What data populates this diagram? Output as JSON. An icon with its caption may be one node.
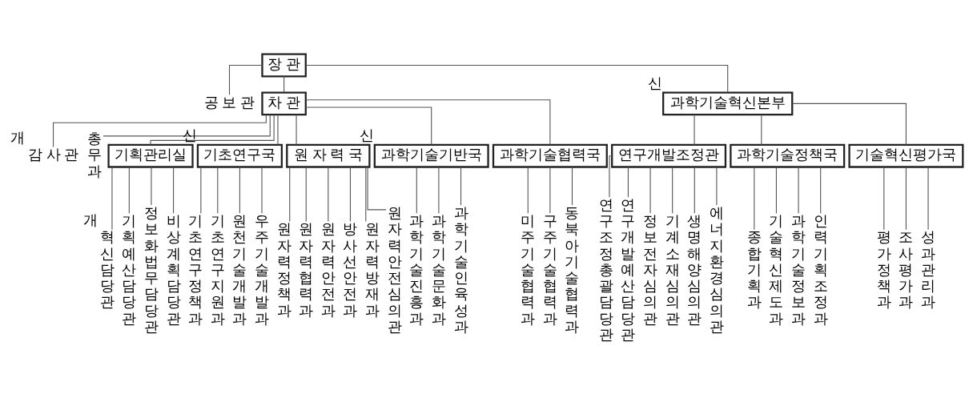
{
  "diagram": {
    "nodes": [
      {
        "text": [
          "장 관"
        ]
      },
      {
        "text": [
          "공 보 관"
        ]
      },
      {
        "text": [
          "차 관"
        ]
      },
      {
        "text": [
          "감 사 관"
        ],
        "beside": [
          "개"
        ]
      },
      {
        "text": [
          "과학기술혁신본부"
        ],
        "beside": [
          "신"
        ]
      },
      {
        "text": [
          "총무과"
        ]
      },
      {
        "text": [
          "기획관리실"
        ]
      },
      {
        "text": [
          "혁신담당관"
        ],
        "beside": [
          "개"
        ]
      },
      {
        "text": [
          "기획예산담당관"
        ]
      },
      {
        "text": [
          "정보화법무담당관"
        ]
      },
      {
        "text": [
          "비상계획담당관"
        ]
      },
      {
        "text": [
          "기초연구국"
        ],
        "beside": [
          "신"
        ]
      },
      {
        "text": [
          "기초연구정책과"
        ]
      },
      {
        "text": [
          "기초연구지원과"
        ]
      },
      {
        "text": [
          "원천기술개발과"
        ]
      },
      {
        "text": [
          "우주기술개발과"
        ]
      },
      {
        "text": [
          "원 자 력 국"
        ]
      },
      {
        "text": [
          "원자력정책과"
        ]
      },
      {
        "text": [
          "원자력협력과"
        ]
      },
      {
        "text": [
          "원자력안전과"
        ]
      },
      {
        "text": [
          "방사선안전과"
        ]
      },
      {
        "text": [
          "원자력방재과"
        ]
      },
      {
        "text": [
          "원자력안전심의관"
        ]
      },
      {
        "text": [
          "과학기술기반국"
        ],
        "beside": [
          "신"
        ]
      },
      {
        "text": [
          "과학기술진흥과"
        ]
      },
      {
        "text": [
          "과학기술문화과"
        ]
      },
      {
        "text": [
          "과학기술인육성과"
        ]
      },
      {
        "text": [
          "과학기술협력국"
        ]
      },
      {
        "text": [
          "미주기술협력과"
        ]
      },
      {
        "text": [
          "구주기술협력과"
        ]
      },
      {
        "text": [
          "동북아기술협력과"
        ]
      },
      {
        "text": [
          "연구개발조정관"
        ]
      },
      {
        "text": [
          "연구조정총괄담당관"
        ]
      },
      {
        "text": [
          "연구개발예산담당관"
        ]
      },
      {
        "text": [
          "정보전자심의관"
        ]
      },
      {
        "text": [
          "기계소재심의관"
        ]
      },
      {
        "text": [
          "생명해양심의관"
        ]
      },
      {
        "text": [
          "에너지환경심의관"
        ]
      },
      {
        "text": [
          "과학기술정책국"
        ]
      },
      {
        "text": [
          "종합기획과"
        ]
      },
      {
        "text": [
          "기술혁신제도과"
        ]
      },
      {
        "text": [
          "과학기술정보과"
        ]
      },
      {
        "text": [
          "인력기획조정과"
        ]
      },
      {
        "text": [
          "기술혁신평가국"
        ]
      },
      {
        "text": [
          "평가정책과"
        ]
      },
      {
        "text": [
          "조사평가과"
        ]
      },
      {
        "text": [
          "성과관리과"
        ]
      }
    ],
    "edges": [
      {
        "from": 0,
        "to": 1,
        "arrow": "none"
      },
      {
        "from": 0,
        "to": 2,
        "arrow": "none"
      },
      {
        "from": 0,
        "to": 4,
        "arrow": "none"
      },
      {
        "from": 2,
        "to": 3,
        "arrow": "none"
      },
      {
        "from": 2,
        "to": 5,
        "arrow": "none"
      },
      {
        "from": 2,
        "to": 6,
        "arrow": "none"
      },
      {
        "from": 2,
        "to": 11,
        "arrow": "none"
      },
      {
        "from": 2,
        "to": 16,
        "arrow": "none"
      },
      {
        "from": 2,
        "to": 23,
        "arrow": "none"
      },
      {
        "from": 2,
        "to": 27,
        "arrow": "none"
      },
      {
        "from": 6,
        "to": 7,
        "arrow": "none"
      },
      {
        "from": 6,
        "to": 8,
        "arrow": "none"
      },
      {
        "from": 6,
        "to": 9,
        "arrow": "none"
      },
      {
        "from": 6,
        "to": 10,
        "arrow": "none"
      },
      {
        "from": 11,
        "to": 12,
        "arrow": "none"
      },
      {
        "from": 11,
        "to": 13,
        "arrow": "none"
      },
      {
        "from": 11,
        "to": 14,
        "arrow": "none"
      },
      {
        "from": 11,
        "to": 15,
        "arrow": "none"
      },
      {
        "from": 16,
        "to": 17,
        "arrow": "none"
      },
      {
        "from": 16,
        "to": 18,
        "arrow": "none"
      },
      {
        "from": 16,
        "to": 19,
        "arrow": "none"
      },
      {
        "from": 16,
        "to": 20,
        "arrow": "none"
      },
      {
        "from": 16,
        "to": 21,
        "arrow": "none"
      },
      {
        "from": 16,
        "to": 22,
        "arrow": "none"
      },
      {
        "from": 23,
        "to": 24,
        "arrow": "none"
      },
      {
        "from": 23,
        "to": 25,
        "arrow": "none"
      },
      {
        "from": 23,
        "to": 26,
        "arrow": "none"
      },
      {
        "from": 27,
        "to": 28,
        "arrow": "none"
      },
      {
        "from": 27,
        "to": 29,
        "arrow": "none"
      },
      {
        "from": 27,
        "to": 30,
        "arrow": "none"
      },
      {
        "from": 4,
        "to": 31,
        "arrow": "none"
      },
      {
        "from": 4,
        "to": 38,
        "arrow": "none"
      },
      {
        "from": 4,
        "to": 43,
        "arrow": "none"
      },
      {
        "from": 31,
        "to": 32,
        "arrow": "none"
      },
      {
        "from": 31,
        "to": 33,
        "arrow": "none"
      },
      {
        "from": 31,
        "to": 34,
        "arrow": "none"
      },
      {
        "from": 31,
        "to": 35,
        "arrow": "none"
      },
      {
        "from": 31,
        "to": 36,
        "arrow": "none"
      },
      {
        "from": 31,
        "to": 37,
        "arrow": "none"
      },
      {
        "from": 38,
        "to": 39,
        "arrow": "none"
      },
      {
        "from": 38,
        "to": 40,
        "arrow": "none"
      },
      {
        "from": 38,
        "to": 41,
        "arrow": "none"
      },
      {
        "from": 38,
        "to": 42,
        "arrow": "none"
      },
      {
        "from": 43,
        "to": 44,
        "arrow": "none"
      },
      {
        "from": 43,
        "to": 45,
        "arrow": "none"
      },
      {
        "from": 43,
        "to": 46,
        "arrow": "none"
      }
    ]
  }
}
